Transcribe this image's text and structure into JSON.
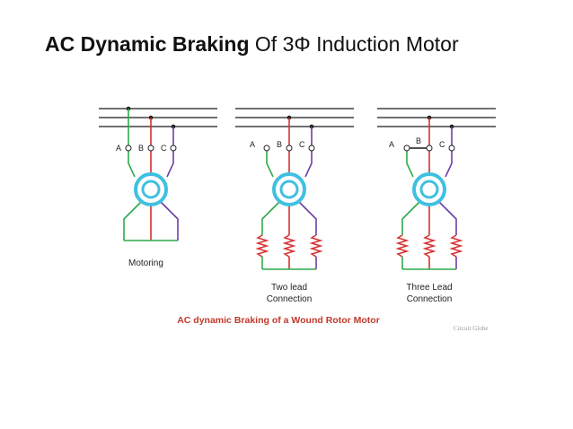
{
  "title": {
    "bold": "AC Dynamic Braking",
    "rest": " Of 3Φ Induction Motor"
  },
  "diagram": {
    "panels": [
      {
        "caption_line1": "Motoring",
        "caption_line2": ""
      },
      {
        "caption_line1": "Two lead",
        "caption_line2": "Connection"
      },
      {
        "caption_line1": "Three Lead",
        "caption_line2": "Connection"
      }
    ],
    "terminals": {
      "a": "A",
      "b": "B",
      "c": "C"
    },
    "main_caption": "AC dynamic Braking of a Wound Rotor Motor",
    "credit": "Circuit Globe",
    "colors": {
      "phase_a": "#2eaa4a",
      "phase_b": "#d63031",
      "phase_c": "#6c3fa5",
      "rotor": "#3fc0e0",
      "bus": "#1a1a1a",
      "caption": "#c0392b"
    }
  }
}
